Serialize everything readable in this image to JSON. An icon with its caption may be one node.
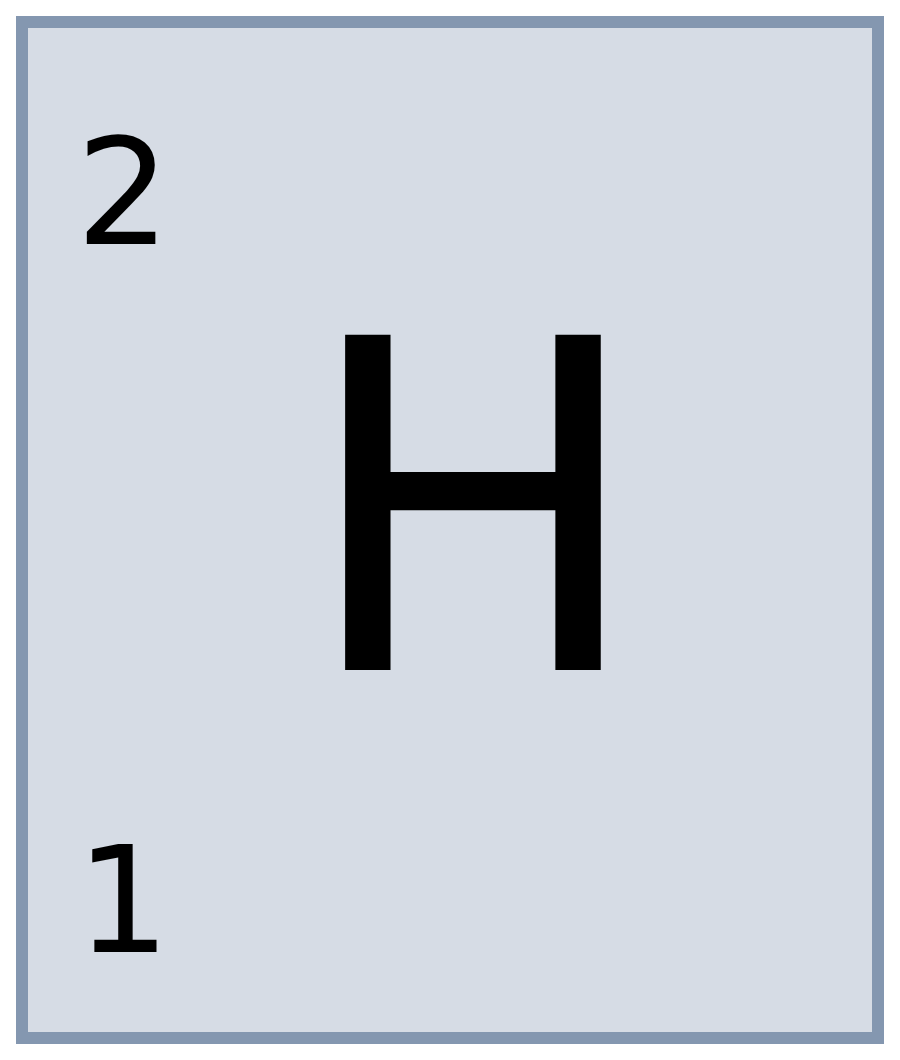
{
  "diagram": {
    "nodes": [
      {
        "text": [
          "2",
          "H",
          "1"
        ]
      }
    ]
  }
}
